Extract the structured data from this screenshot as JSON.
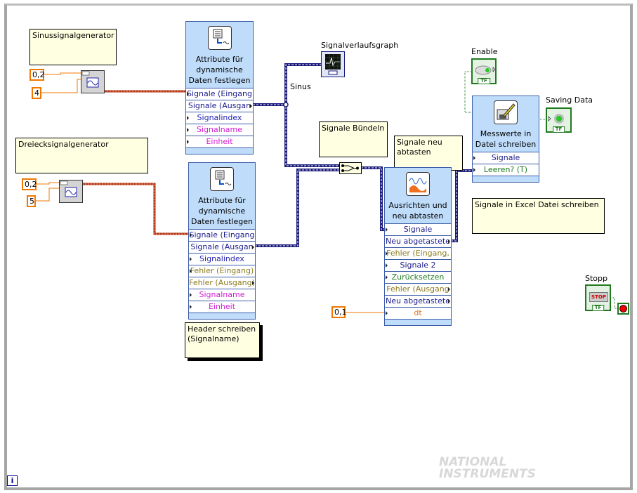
{
  "comments": {
    "sine_gen": "Sinussignalgenerator",
    "tri_gen": "Dreiecksignalgenerator",
    "header": "Header schreiben (Signalname)",
    "bundle": "Signale Bündeln",
    "resample": "Signale neu abtasten",
    "excel": "Signale in Excel Datei schreiben"
  },
  "constants": {
    "sine_freq": "0,2",
    "sine_amp": "4",
    "tri_freq": "0,2",
    "tri_amp": "5",
    "dt": "0,1"
  },
  "labels": {
    "graph": "Signalverlaufsgraph",
    "sinus_wire": "Sinus",
    "enable": "Enable",
    "saving": "Saving Data",
    "stop": "Stopp",
    "stop_button": "STOP",
    "tf": "TF",
    "info": "i"
  },
  "nodes": [
    {
      "title": "Attribute für dynamische Daten festlegen",
      "rows": [
        {
          "label": "Signale (Eingang",
          "color": "#1a1a8c",
          "in": true,
          "out": false
        },
        {
          "label": "Signale (Ausgan",
          "color": "#1a1a8c",
          "in": false,
          "out": true
        },
        {
          "label": "Signalindex",
          "color": "#2424b0",
          "in": true,
          "out": false
        },
        {
          "label": "Signalname",
          "color": "#d21ed2",
          "in": true,
          "out": false
        },
        {
          "label": "Einheit",
          "color": "#d21ed2",
          "in": true,
          "out": false
        }
      ]
    },
    {
      "title": "Attribute für dynamische Daten festlegen",
      "rows": [
        {
          "label": "Signale (Eingang",
          "color": "#1a1a8c",
          "in": true,
          "out": false
        },
        {
          "label": "Signale (Ausgan",
          "color": "#1a1a8c",
          "in": false,
          "out": true
        },
        {
          "label": "Signalindex",
          "color": "#2424b0",
          "in": true,
          "out": false
        },
        {
          "label": "Fehler (Eingang)",
          "color": "#8c7a1e",
          "in": true,
          "out": false
        },
        {
          "label": "Fehler (Ausgang)",
          "color": "#8c7a1e",
          "in": false,
          "out": true
        },
        {
          "label": "Signalname",
          "color": "#d21ed2",
          "in": true,
          "out": false
        },
        {
          "label": "Einheit",
          "color": "#d21ed2",
          "in": true,
          "out": false
        }
      ]
    },
    {
      "title": "Ausrichten und neu abtasten",
      "rows": [
        {
          "label": "Signale",
          "color": "#1a1a8c",
          "in": true,
          "out": false
        },
        {
          "label": "Neu abgetastete",
          "color": "#1a1a8c",
          "in": false,
          "out": true
        },
        {
          "label": "Fehler (Eingang,",
          "color": "#8c7a1e",
          "in": true,
          "out": false
        },
        {
          "label": "Signale 2",
          "color": "#1a1a8c",
          "in": true,
          "out": false
        },
        {
          "label": "Zurücksetzen",
          "color": "#1e7a1e",
          "in": true,
          "out": false
        },
        {
          "label": "Fehler (Ausgang",
          "color": "#8c7a1e",
          "in": false,
          "out": true
        },
        {
          "label": "Neu abgetastete",
          "color": "#1a1a8c",
          "in": false,
          "out": true
        },
        {
          "label": "dt",
          "color": "#e07020",
          "in": true,
          "out": false
        }
      ]
    },
    {
      "title": "Messwerte in Datei schreiben",
      "rows": [
        {
          "label": "Signale",
          "color": "#1a1a8c",
          "in": true,
          "out": false
        },
        {
          "label": "Leeren? (T)",
          "color": "#1e7a1e",
          "in": true,
          "out": false
        }
      ]
    }
  ],
  "logo": "NATIONAL INSTRUMENTS"
}
